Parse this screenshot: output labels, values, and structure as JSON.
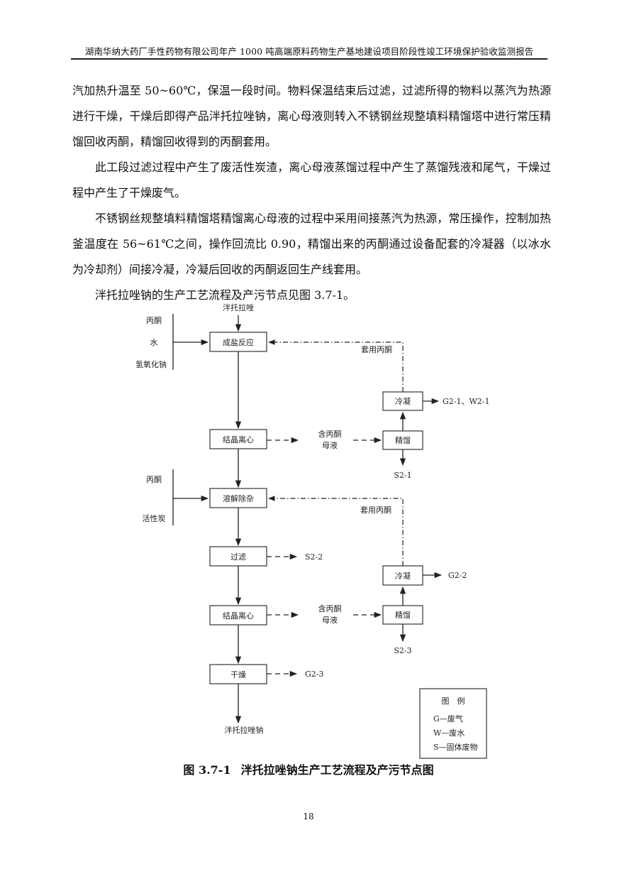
{
  "header": {
    "title": "湖南华纳大药厂手性药物有限公司年产 1000 吨高端原料药物生产基地建设项目阶段性竣工环境保护验收监测报告"
  },
  "paragraphs": [
    "汽加热升温至 50~60℃，保温一段时间。物料保温结束后过滤，过滤所得的物料以蒸汽为热源进行干燥，干燥后即得产品泮托拉唑钠，离心母液则转入不锈钢丝规整填料精馏塔中进行常压精馏回收丙酮，精馏回收得到的丙酮套用。",
    "此工段过滤过程中产生了废活性炭渣，离心母液蒸馏过程中产生了蒸馏残液和尾气，干燥过程中产生了干燥废气。",
    "不锈钢丝规整填料精馏塔精馏离心母液的过程中采用间接蒸汽为热源，常压操作，控制加热釜温度在 56~61℃之间，操作回流比 0.90，精馏出来的丙酮通过设备配套的冷凝器（以冰水为冷却剂）间接冷凝，冷凝后回收的丙酮返回生产线套用。",
    "泮托拉唑钠的生产工艺流程及产污节点见图 3.7-1。"
  ],
  "diagram": {
    "input_top": "泮托拉唑",
    "inputs_group1": [
      "丙酮",
      "水",
      "氢氧化钠"
    ],
    "inputs_group2": [
      "丙酮",
      "活性炭"
    ],
    "main_steps": [
      "成盐反应",
      "结晶离心",
      "溶解除杂",
      "过滤",
      "结晶离心",
      "干燥"
    ],
    "product": "泮托拉唑钠",
    "mother_liquor": [
      "含丙酮",
      "母液"
    ],
    "recycle_label": "套用丙酮",
    "rectify": "精馏",
    "condense": "冷凝",
    "emissions": {
      "condense1": "G2-1、W2-1",
      "rectify1": "S2-1",
      "filter": "S2-2",
      "condense2": "G2-2",
      "rectify2": "S2-3",
      "dry": "G2-3"
    },
    "legend": {
      "title": "图　例",
      "items": [
        "G—废气",
        "W—废水",
        "S—固体废物"
      ]
    }
  },
  "caption": {
    "number": "图 3.7-1",
    "title": "泮托拉唑钠生产工艺流程及产污节点图"
  },
  "page_number": "18"
}
